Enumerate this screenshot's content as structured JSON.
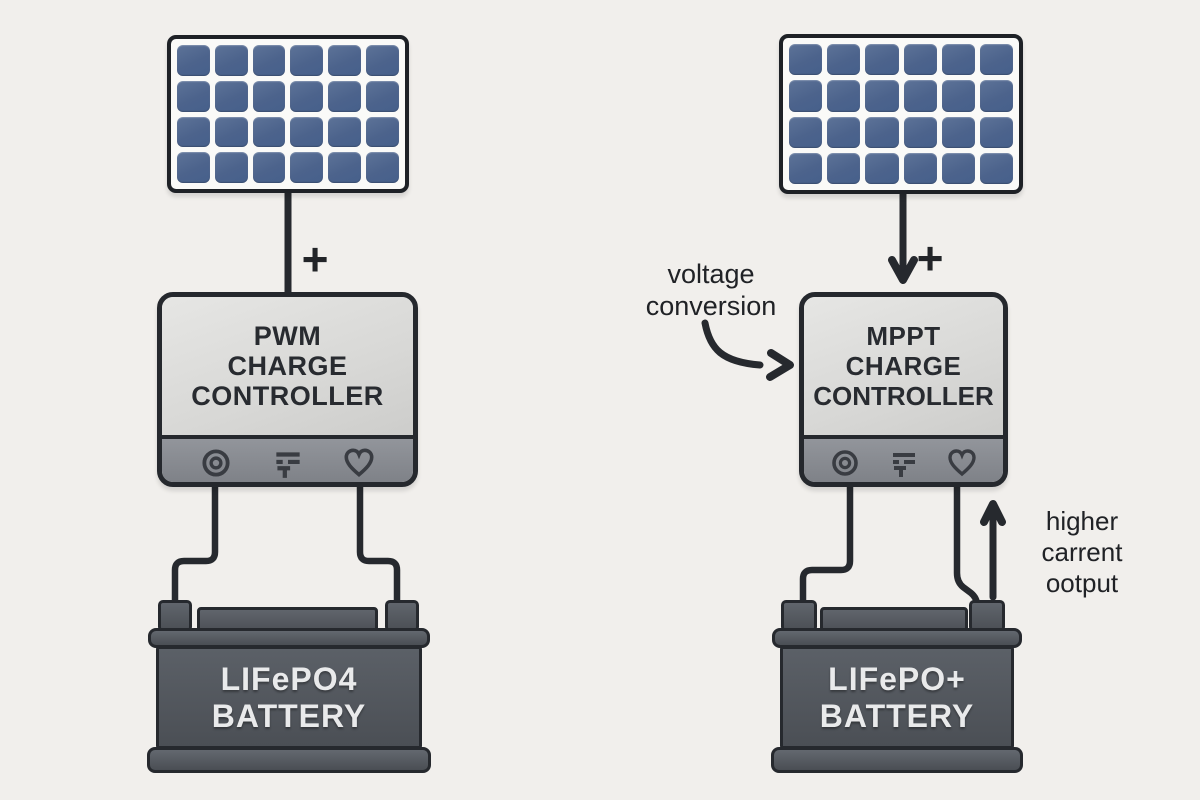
{
  "left": {
    "plus_label": "+",
    "controller": {
      "line1": "PWM",
      "line2": "CHARGE",
      "line3": "CONTROLLER"
    },
    "battery": {
      "line1": "LIFePO4",
      "line2": "BATTERY"
    }
  },
  "right": {
    "plus_label": "+",
    "voltage_annotation": {
      "line1": "voltage",
      "line2": "conversion"
    },
    "controller": {
      "line1": "MPPT",
      "line2": "CHARGE",
      "line3": "CONTROLLER"
    },
    "battery": {
      "line1": "LIFePO+",
      "line2": "BATTERY"
    },
    "output_annotation": {
      "line1": "higher",
      "line2": "carrent",
      "line3": "ootput"
    }
  },
  "panel": {
    "rows": 4,
    "cols": 6
  },
  "icons": [
    "target-icon",
    "sliders-icon",
    "heart-icon"
  ],
  "colors": {
    "background": "#f1efec",
    "cell_blue": "#4e6488",
    "outline": "#26292e",
    "controller_face": "#d9d9d7",
    "controller_strip": "#868990",
    "battery_body": "#54585e",
    "text_dark": "#222428",
    "text_light": "#e9eaeb"
  }
}
